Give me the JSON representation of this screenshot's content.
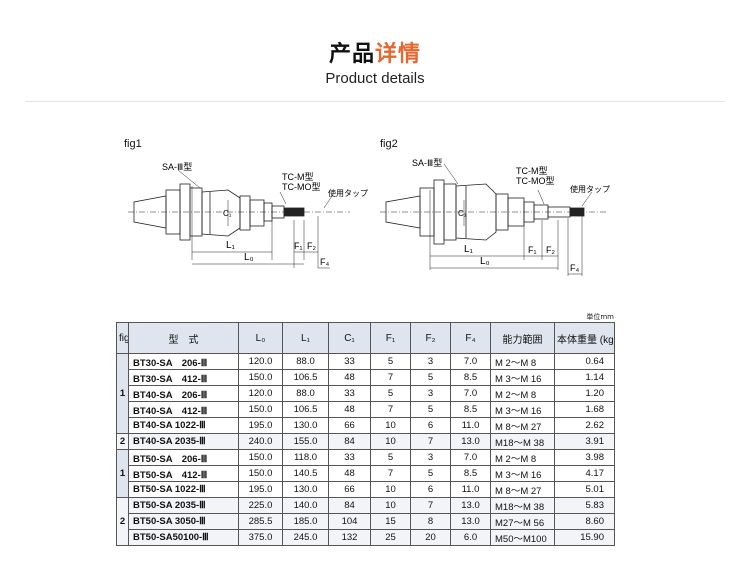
{
  "header": {
    "title_a": "产品",
    "title_b": "详情",
    "subtitle": "Product details"
  },
  "fig1": {
    "label": "fig1",
    "callout_sa": "SA-Ⅲ型",
    "callout_tc1": "TC-M型",
    "callout_tc2": "TC-MO型",
    "callout_tap": "使用タップ",
    "dim_c1": "C₁",
    "dim_l1": "L₁",
    "dim_lo": "L₀",
    "dim_f1": "F₁",
    "dim_f2": "F₂",
    "dim_f4": "F₄"
  },
  "fig2": {
    "label": "fig2",
    "callout_sa": "SA-Ⅲ型",
    "callout_tc1": "TC-M型",
    "callout_tc2": "TC-MO型",
    "callout_tap": "使用タップ",
    "dim_c1": "C₁",
    "dim_l1": "L₁",
    "dim_lo": "L₀",
    "dim_f1": "F₁",
    "dim_f2": "F₂",
    "dim_f4": "F₄"
  },
  "table": {
    "unit": "単位mm",
    "headers": {
      "fig": "fig",
      "model": "型　式",
      "lo": "L₀",
      "l1": "L₁",
      "c1": "C₁",
      "f1": "F₁",
      "f2": "F₂",
      "f4": "F₄",
      "range": "能力範囲",
      "weight": "本体重量 (kg)"
    },
    "groups": [
      {
        "fig": "1"
      },
      {
        "fig": "2"
      },
      {
        "fig": "1"
      },
      {
        "fig": "2"
      }
    ],
    "rows": [
      {
        "model": "BT30-SA　206-Ⅲ",
        "lo": "120.0",
        "l1": "88.0",
        "c1": "33",
        "f1": "5",
        "f2": "3",
        "f4": "7.0",
        "range": "M 2～M 8",
        "weight": "0.64"
      },
      {
        "model": "BT30-SA　412-Ⅲ",
        "lo": "150.0",
        "l1": "106.5",
        "c1": "48",
        "f1": "7",
        "f2": "5",
        "f4": "8.5",
        "range": "M 3～M 16",
        "weight": "1.14"
      },
      {
        "model": "BT40-SA　206-Ⅲ",
        "lo": "120.0",
        "l1": "88.0",
        "c1": "33",
        "f1": "5",
        "f2": "3",
        "f4": "7.0",
        "range": "M 2～M 8",
        "weight": "1.20"
      },
      {
        "model": "BT40-SA　412-Ⅲ",
        "lo": "150.0",
        "l1": "106.5",
        "c1": "48",
        "f1": "7",
        "f2": "5",
        "f4": "8.5",
        "range": "M 3～M 16",
        "weight": "1.68"
      },
      {
        "model": "BT40-SA 1022-Ⅲ",
        "lo": "195.0",
        "l1": "130.0",
        "c1": "66",
        "f1": "10",
        "f2": "6",
        "f4": "11.0",
        "range": "M 8～M 27",
        "weight": "2.62"
      },
      {
        "model": "BT40-SA 2035-Ⅲ",
        "lo": "240.0",
        "l1": "155.0",
        "c1": "84",
        "f1": "10",
        "f2": "7",
        "f4": "13.0",
        "range": "M18～M 38",
        "weight": "3.91"
      },
      {
        "model": "BT50-SA　206-Ⅲ",
        "lo": "150.0",
        "l1": "118.0",
        "c1": "33",
        "f1": "5",
        "f2": "3",
        "f4": "7.0",
        "range": "M 2～M 8",
        "weight": "3.98"
      },
      {
        "model": "BT50-SA　412-Ⅲ",
        "lo": "150.0",
        "l1": "140.5",
        "c1": "48",
        "f1": "7",
        "f2": "5",
        "f4": "8.5",
        "range": "M 3～M 16",
        "weight": "4.17"
      },
      {
        "model": "BT50-SA 1022-Ⅲ",
        "lo": "195.0",
        "l1": "130.0",
        "c1": "66",
        "f1": "10",
        "f2": "6",
        "f4": "11.0",
        "range": "M 8～M 27",
        "weight": "5.01"
      },
      {
        "model": "BT50-SA 2035-Ⅲ",
        "lo": "225.0",
        "l1": "140.0",
        "c1": "84",
        "f1": "10",
        "f2": "7",
        "f4": "13.0",
        "range": "M18～M 38",
        "weight": "5.83"
      },
      {
        "model": "BT50-SA 3050-Ⅲ",
        "lo": "285.5",
        "l1": "185.0",
        "c1": "104",
        "f1": "15",
        "f2": "8",
        "f4": "13.0",
        "range": "M27～M 56",
        "weight": "8.60"
      },
      {
        "model": "BT50-SA50100-Ⅲ",
        "lo": "375.0",
        "l1": "245.0",
        "c1": "132",
        "f1": "25",
        "f2": "20",
        "f4": "6.0",
        "range": "M50～M100",
        "weight": "15.90"
      }
    ]
  }
}
